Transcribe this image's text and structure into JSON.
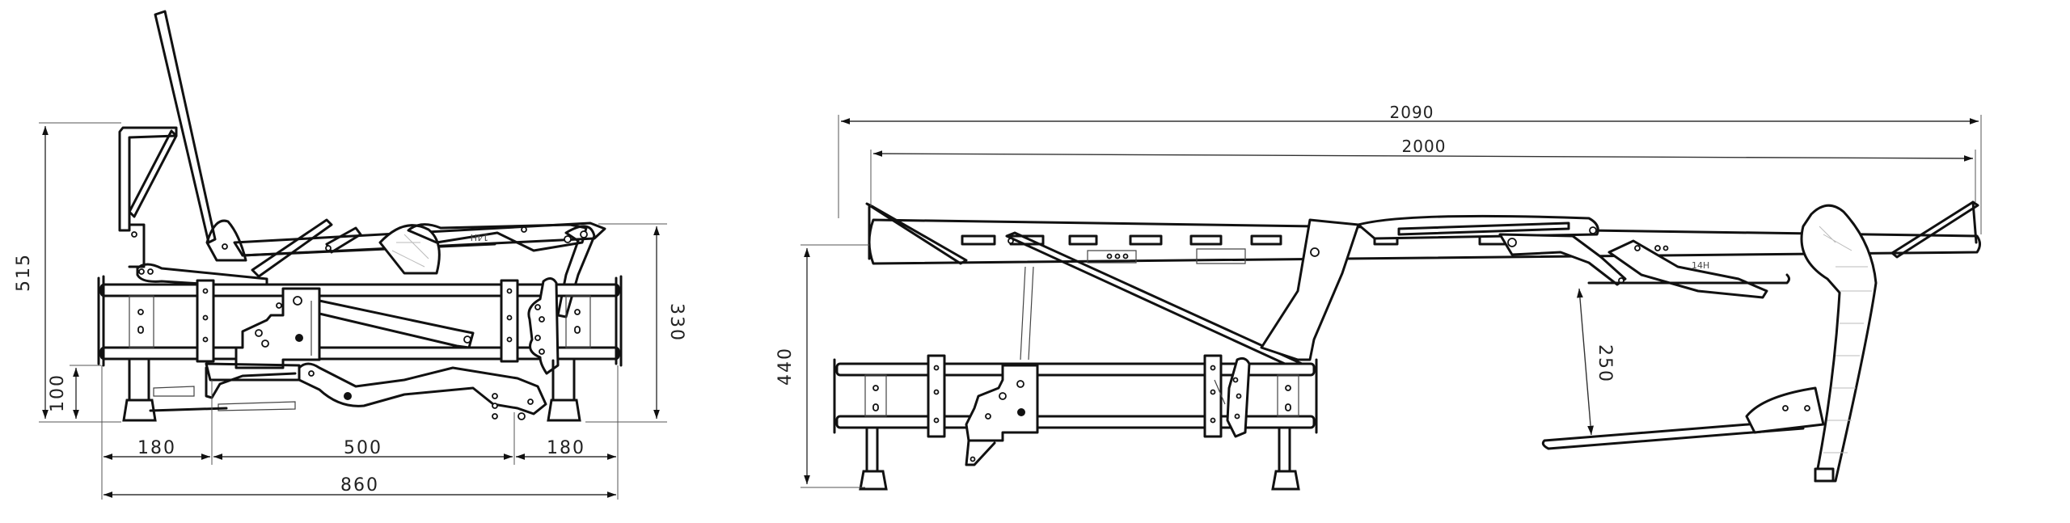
{
  "drawing": {
    "subject": "sofa bed mechanism technical drawing",
    "units": "mm",
    "part_marking": "14H",
    "side_view_folded": {
      "dimensions": {
        "overall_height": "515",
        "frame_height": "330",
        "floor_clearance": "100",
        "left_segment": "180",
        "middle_segment": "500",
        "right_segment": "180",
        "overall_depth": "860"
      }
    },
    "side_view_unfolded": {
      "dimensions": {
        "overall_length": "2090",
        "mattress_length": "2000",
        "sleeping_height": "440",
        "leg_clearance": "250"
      }
    }
  }
}
